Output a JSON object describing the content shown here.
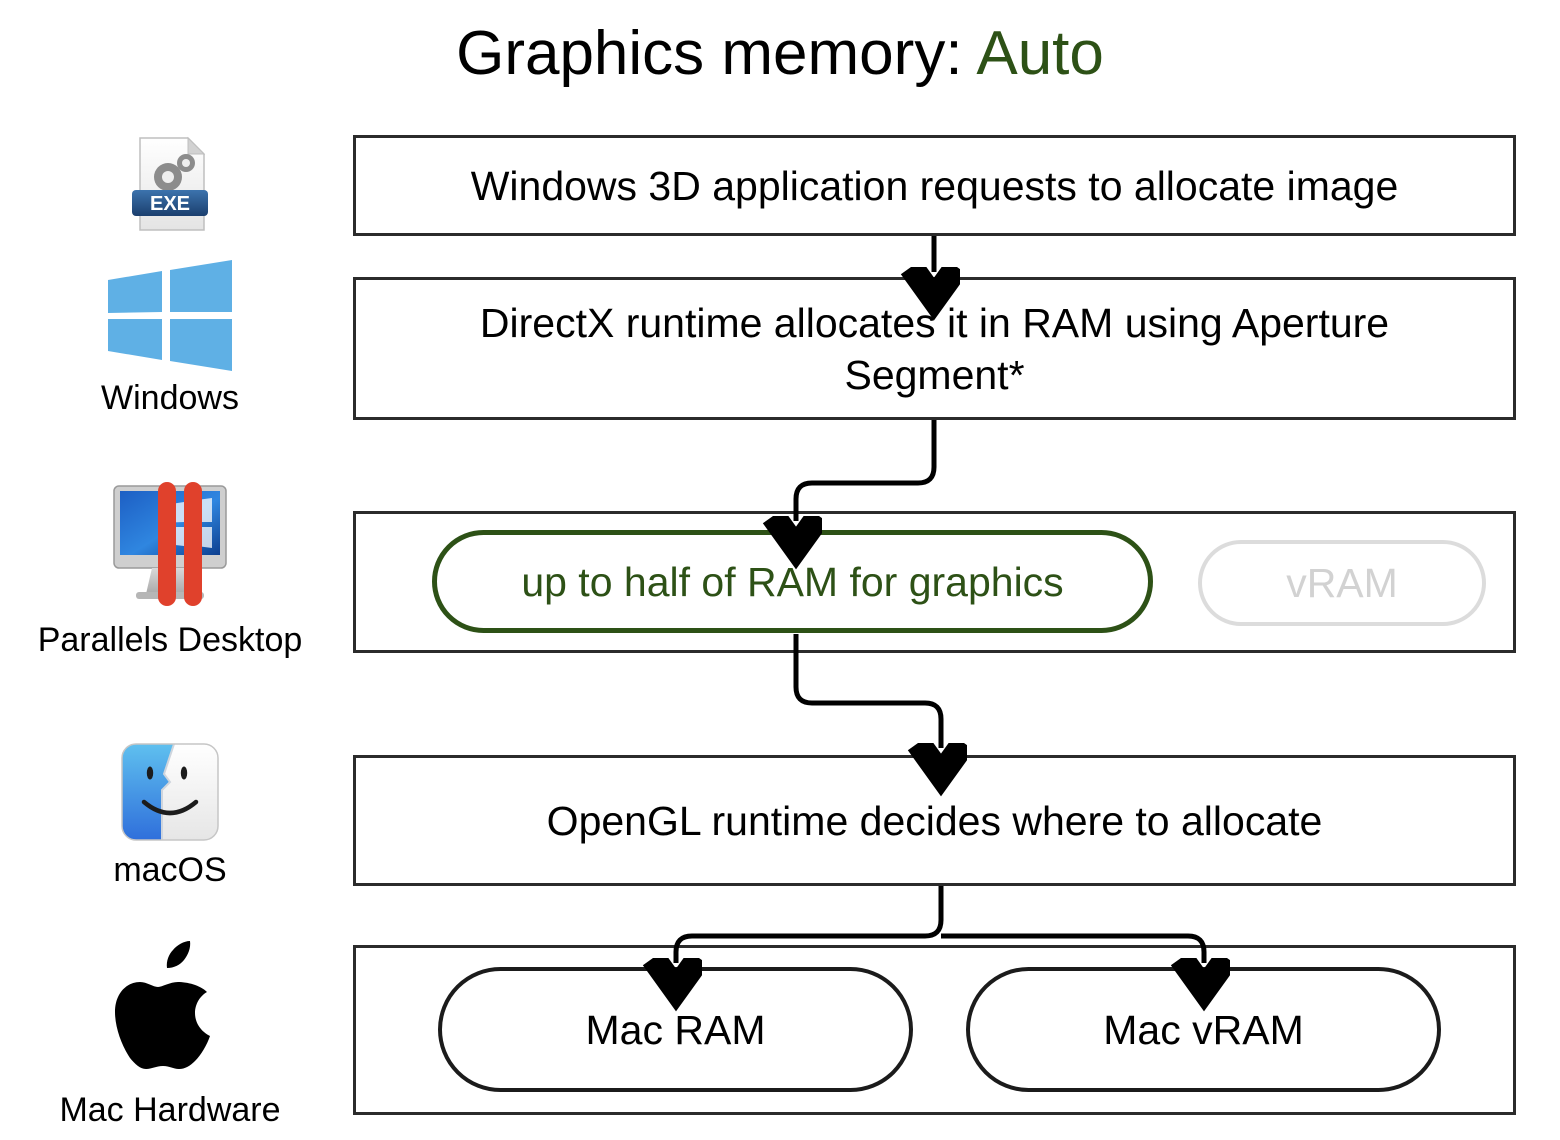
{
  "title": {
    "prefix": "Graphics memory: ",
    "value": "Auto",
    "accent_color": "#2d5116"
  },
  "rail": {
    "items": [
      {
        "icon": "exe-file-icon",
        "label": ""
      },
      {
        "icon": "windows-logo-icon",
        "label": "Windows"
      },
      {
        "icon": "parallels-desktop-icon",
        "label": "Parallels Desktop"
      },
      {
        "icon": "macos-finder-icon",
        "label": "macOS"
      },
      {
        "icon": "apple-logo-icon",
        "label": "Mac Hardware"
      }
    ]
  },
  "flow": {
    "boxes": [
      {
        "name": "windows-app-box",
        "text": "Windows 3D application requests to allocate image"
      },
      {
        "name": "directx-runtime-box",
        "text": "DirectX runtime allocates it in RAM using Aperture Segment*"
      },
      {
        "name": "parallels-memory-box",
        "text": ""
      },
      {
        "name": "opengl-runtime-box",
        "text": "OpenGL runtime decides where to allocate"
      },
      {
        "name": "mac-hardware-box",
        "text": ""
      }
    ],
    "pills": {
      "ram_for_graphics": "up to half of RAM for graphics",
      "vram_disabled": "vRAM",
      "mac_ram": "Mac RAM",
      "mac_vram": "Mac vRAM"
    }
  },
  "colors": {
    "accent_green": "#2d5116",
    "disabled_gray": "#d2d2d2",
    "box_border": "#2b2b2b",
    "windows_blue": "#5fb0e5",
    "parallels_red": "#e0412c",
    "exe_badge_blue": "#1f4e87"
  }
}
